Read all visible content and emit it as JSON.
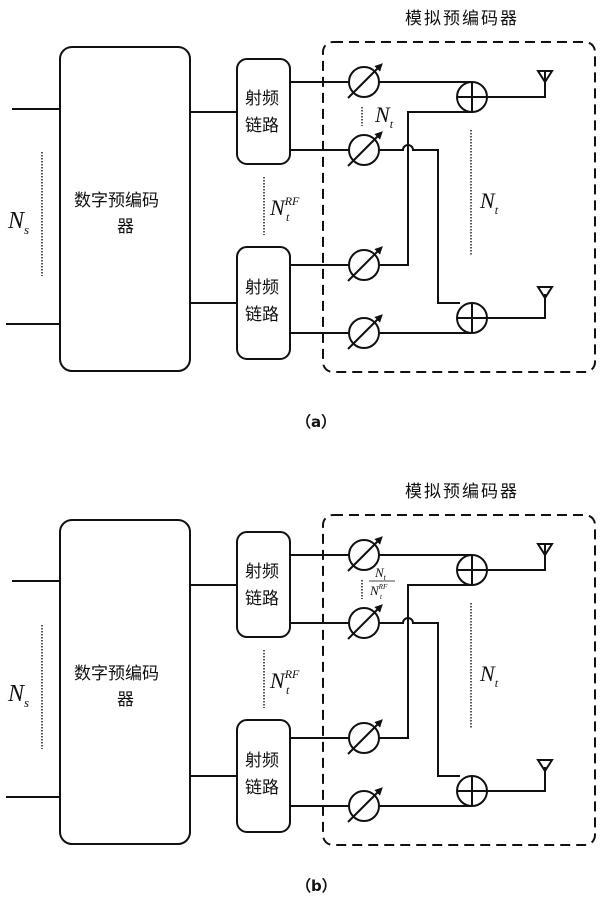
{
  "panels": [
    {
      "id": "a",
      "caption": "（a）",
      "analog_label": "模拟预编码器",
      "digital_label_line1": "数字预编码",
      "digital_label_line2": "器",
      "rf_chain_line1": "射频",
      "rf_chain_line2": "链路",
      "ns_label": {
        "base": "N",
        "sub": "s"
      },
      "nrf_label": {
        "base": "N",
        "sub": "t",
        "sup": "RF"
      },
      "phase_count_label": {
        "type": "simple",
        "base": "N",
        "sub": "t"
      },
      "antenna_count_label": {
        "base": "N",
        "sub": "t"
      }
    },
    {
      "id": "b",
      "caption": "（b）",
      "analog_label": "模拟预编码器",
      "digital_label_line1": "数字预编码",
      "digital_label_line2": "器",
      "rf_chain_line1": "射频",
      "rf_chain_line2": "链路",
      "ns_label": {
        "base": "N",
        "sub": "s"
      },
      "nrf_label": {
        "base": "N",
        "sub": "t",
        "sup": "RF"
      },
      "phase_count_label": {
        "type": "fraction",
        "num_base": "N",
        "num_sub": "t",
        "den_base": "N",
        "den_sub": "t",
        "den_sup": "RF"
      },
      "antenna_count_label": {
        "base": "N",
        "sub": "t"
      }
    }
  ]
}
